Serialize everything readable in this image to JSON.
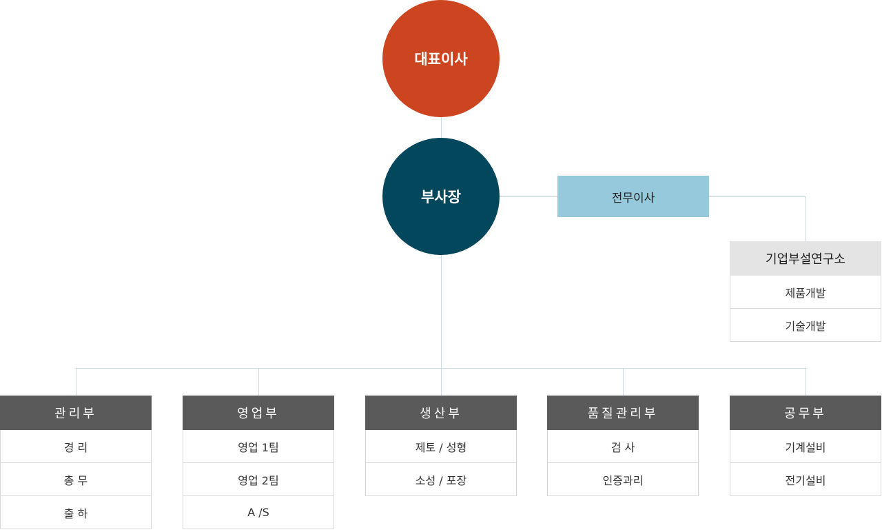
{
  "ceo": {
    "label": "대표이사",
    "color": "#cc4520"
  },
  "vice_president": {
    "label": "부사장",
    "color": "#03475c"
  },
  "director": {
    "label": "전무이사",
    "color": "#96c9db"
  },
  "research_lab": {
    "title": "기업부설연구소",
    "items": [
      "제품개발",
      "기술개발"
    ]
  },
  "departments": [
    {
      "title": "관리부",
      "items": [
        "경 리",
        "총 무",
        "출 하"
      ]
    },
    {
      "title": "영업부",
      "items": [
        "영업 1팀",
        "영업 2팀",
        "A /S"
      ]
    },
    {
      "title": "생산부",
      "items": [
        "제토 / 성형",
        "소성 / 포장"
      ]
    },
    {
      "title": "품질관리부",
      "items": [
        "검 사",
        "인증과리"
      ]
    },
    {
      "title": "공무부",
      "items": [
        "기계설비",
        "전기설비"
      ]
    }
  ]
}
